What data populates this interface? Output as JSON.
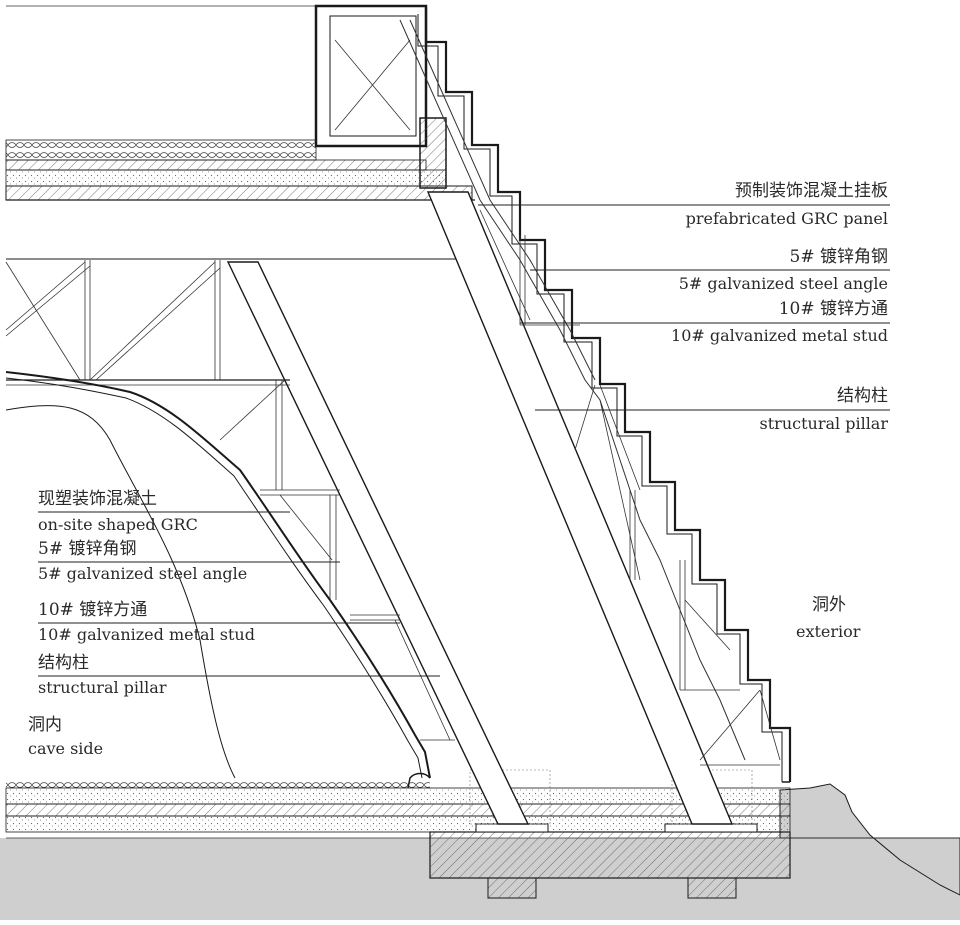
{
  "labels_right": [
    {
      "zh": "预制装饰混凝土挂板",
      "en": "prefabricated GRC panel"
    },
    {
      "zh": "5# 镀锌角钢",
      "en": "5# galvanized steel angle"
    },
    {
      "zh": "10# 镀锌方通",
      "en": "10# galvanized  metal stud"
    },
    {
      "zh": "结构柱",
      "en": "structural pillar"
    }
  ],
  "labels_left": [
    {
      "zh": "现塑装饰混凝土",
      "en": "on-site shaped GRC"
    },
    {
      "zh": "5# 镀锌角钢",
      "en": "5# galvanized steel angle"
    },
    {
      "zh": "10# 镀锌方通",
      "en": "10# galvanized metal stud"
    },
    {
      "zh": "结构柱",
      "en": "structural pillar"
    }
  ],
  "sides": {
    "exterior": {
      "zh": "洞外",
      "en": "exterior"
    },
    "cave": {
      "zh": "洞内",
      "en": "cave side"
    }
  },
  "colors": {
    "line": "#1a1a1a",
    "ground": "#cfcfcf",
    "hatch": "#555555"
  }
}
